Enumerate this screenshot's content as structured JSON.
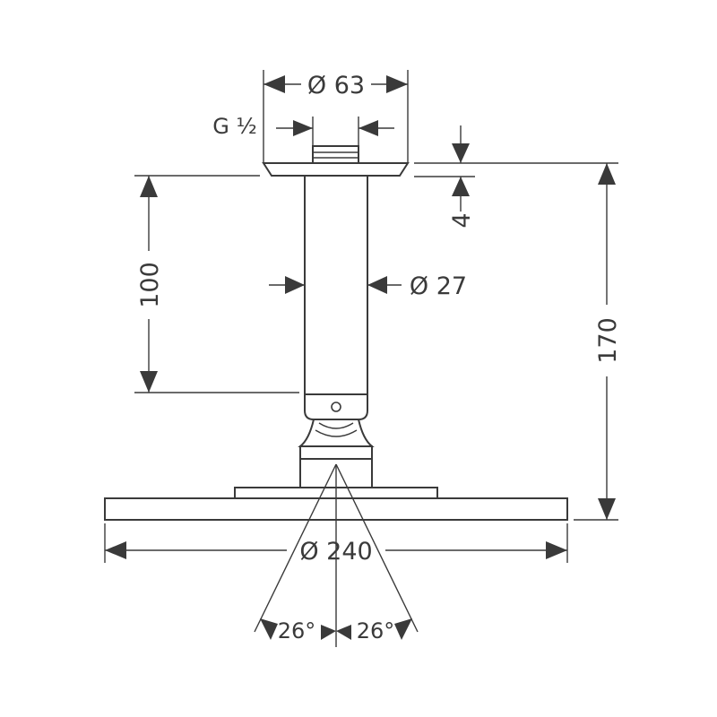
{
  "dimensions": {
    "outer_flange_diameter": "Ø 63",
    "thread": "G ½",
    "flange_gap": "4",
    "arm_length": "100",
    "arm_diameter": "Ø 27",
    "overall_height": "170",
    "head_diameter": "Ø 240",
    "tilt_left": "26°",
    "tilt_right": "26°"
  }
}
